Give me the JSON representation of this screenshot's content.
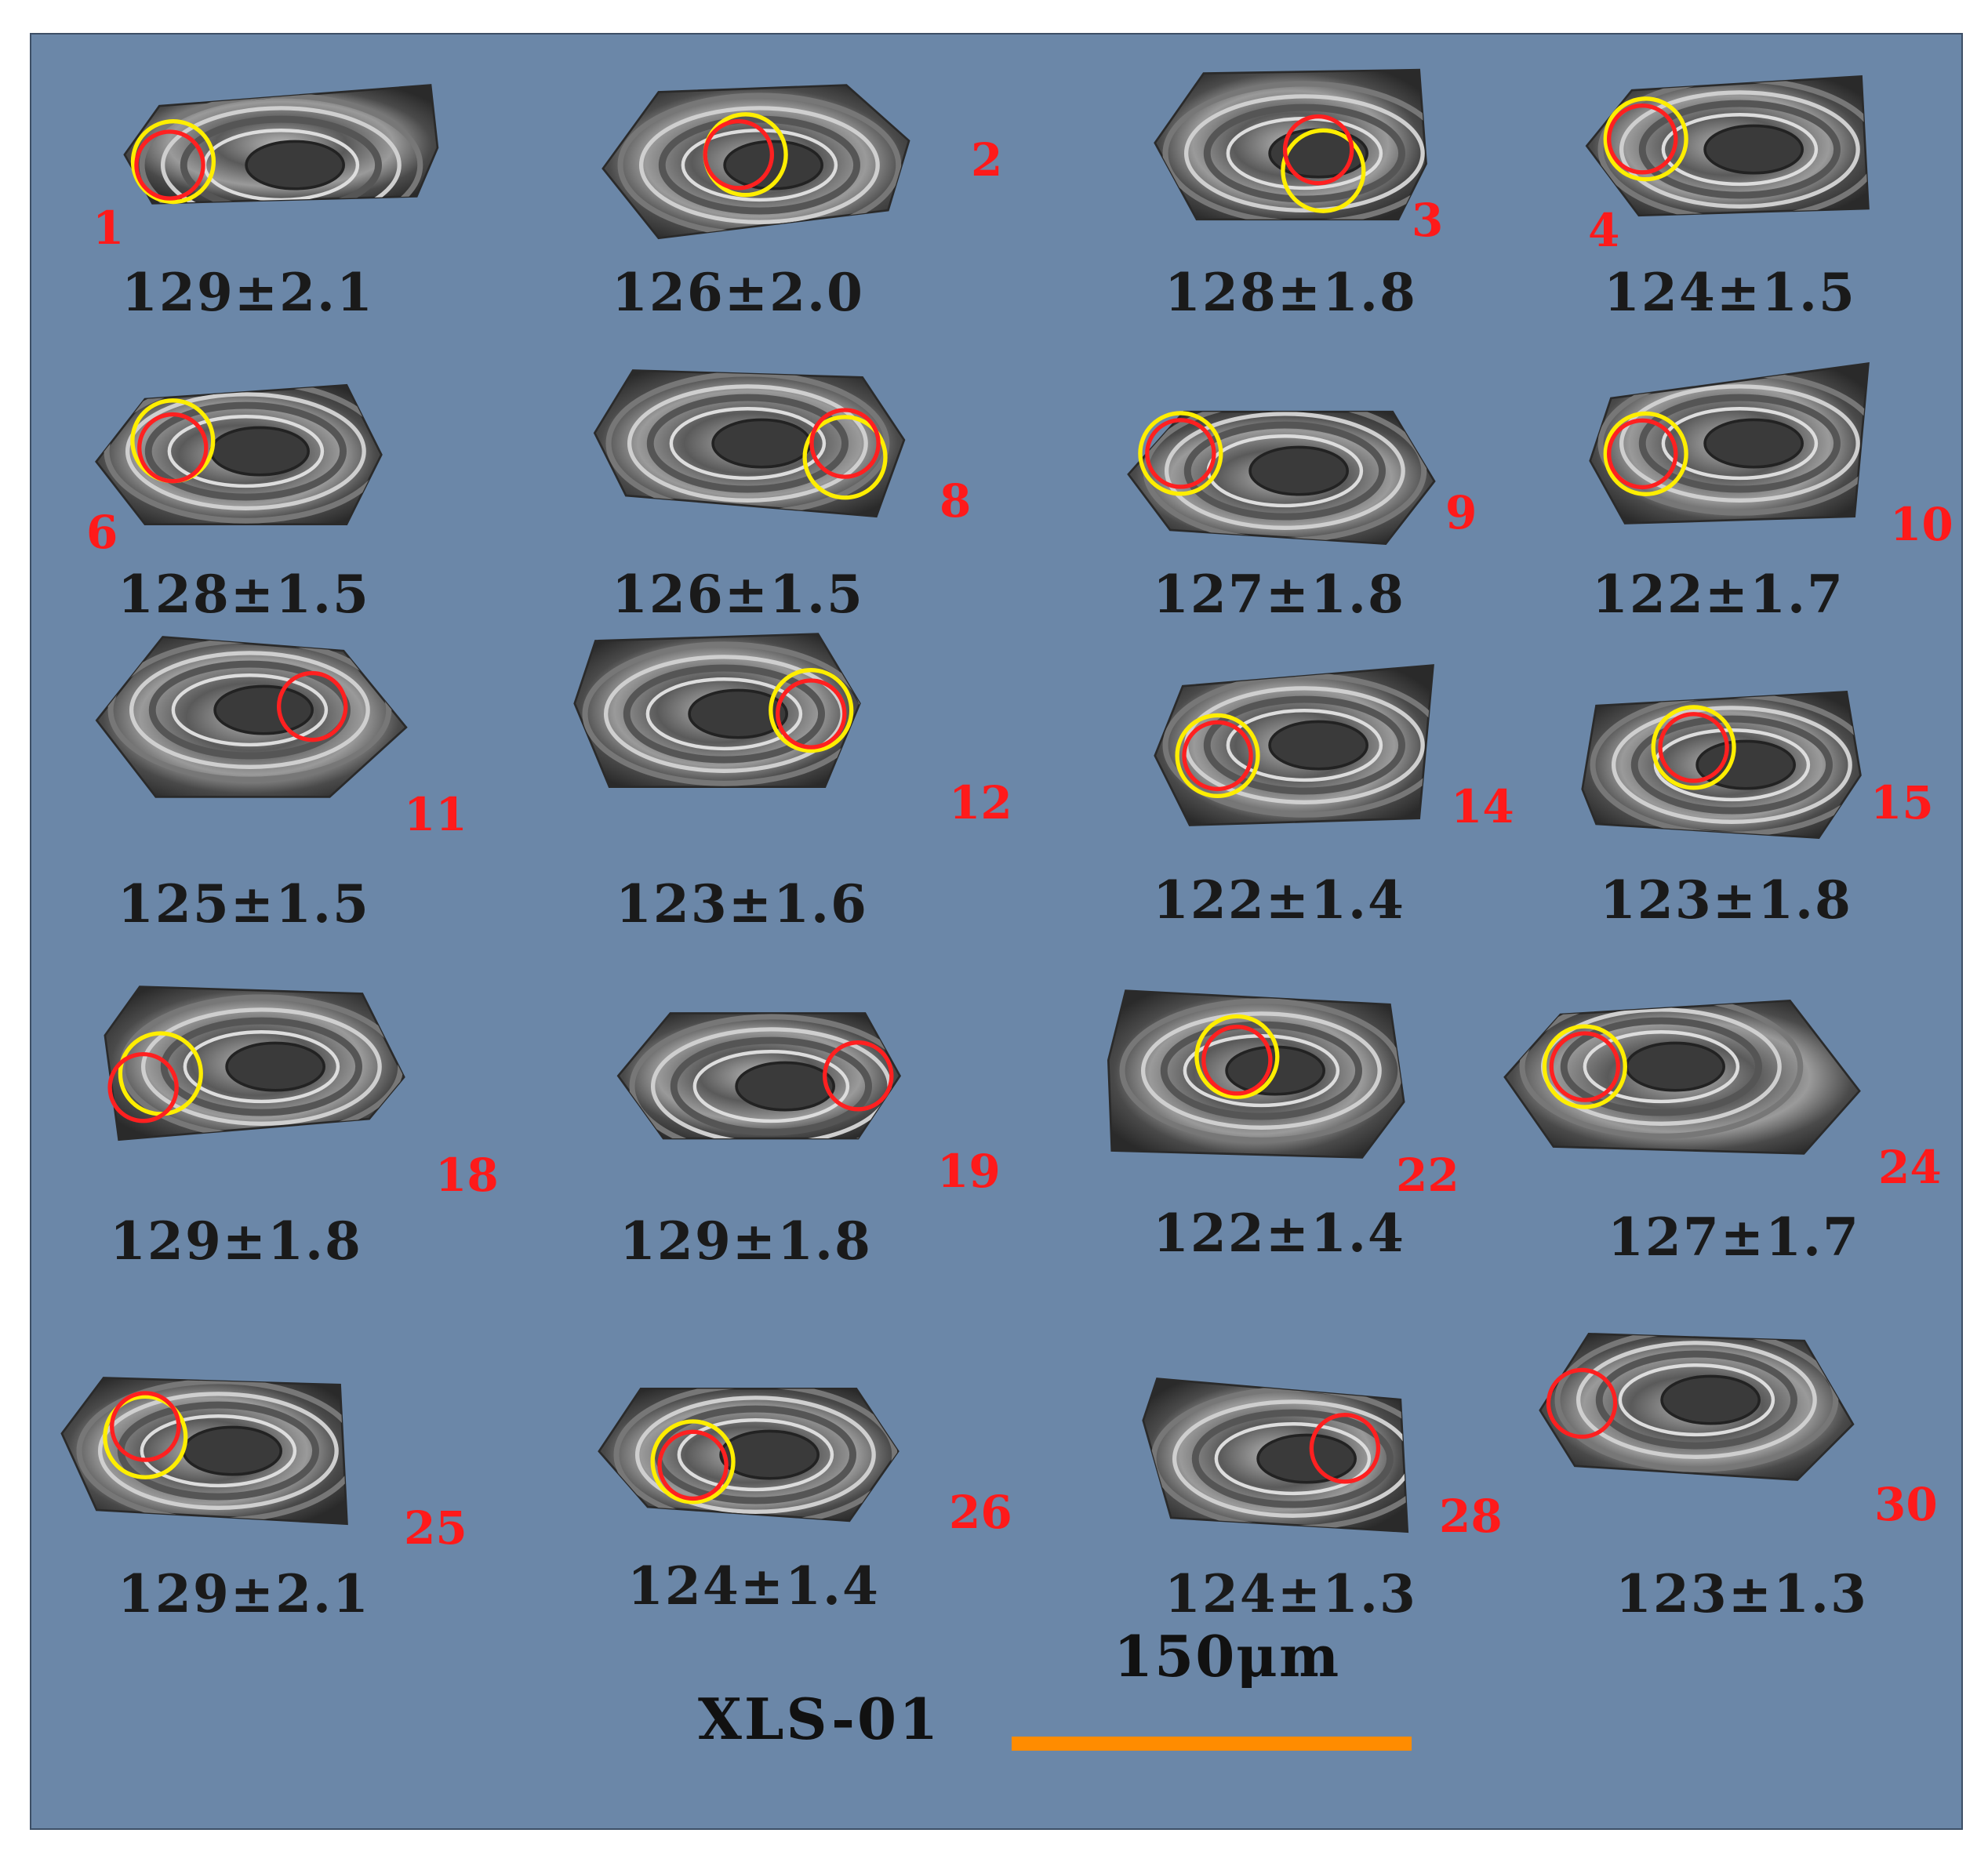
{
  "sample_id": "XLS-01",
  "scale_label": "150μm",
  "colors": {
    "background": "#6b87a8",
    "spot_number": "#ff1a1a",
    "inner_spot_circle": "#ff2020",
    "outer_spot_circle": "#ffee00",
    "scale_bar": "#ff8c00",
    "age_text": "#1a1a1a"
  },
  "grains": [
    {
      "id": "1",
      "age": "129±2.1"
    },
    {
      "id": "2",
      "age": "126±2.0"
    },
    {
      "id": "3",
      "age": "128±1.8"
    },
    {
      "id": "4",
      "age": "124±1.5"
    },
    {
      "id": "6",
      "age": "128±1.5"
    },
    {
      "id": "8",
      "age": "126±1.5"
    },
    {
      "id": "9",
      "age": "127±1.8"
    },
    {
      "id": "10",
      "age": "122±1.7"
    },
    {
      "id": "11",
      "age": "125±1.5"
    },
    {
      "id": "12",
      "age": "123±1.6"
    },
    {
      "id": "14",
      "age": "122±1.4"
    },
    {
      "id": "15",
      "age": "123±1.8"
    },
    {
      "id": "18",
      "age": "129±1.8"
    },
    {
      "id": "19",
      "age": "129±1.8"
    },
    {
      "id": "22",
      "age": "122±1.4"
    },
    {
      "id": "24",
      "age": "127±1.7"
    },
    {
      "id": "25",
      "age": "129±2.1"
    },
    {
      "id": "26",
      "age": "124±1.4"
    },
    {
      "id": "28",
      "age": "124±1.3"
    },
    {
      "id": "30",
      "age": "123±1.3"
    }
  ]
}
